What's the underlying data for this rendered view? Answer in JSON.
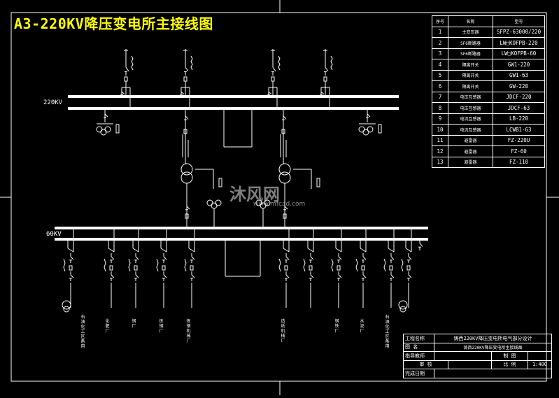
{
  "title": "A3-220KV降压变电所主接线图",
  "bus_labels": {
    "hv": "220KV",
    "mv": "60KV"
  },
  "equipment_table": {
    "headers": [
      "序号",
      "名称",
      "型号"
    ],
    "rows": [
      [
        "1",
        "主变压器",
        "SFPZ-63000/220"
      ],
      [
        "2",
        "SF6断路器",
        "LW□KOFPB-220"
      ],
      [
        "3",
        "SF6断路器",
        "LW□KOFPB-60"
      ],
      [
        "4",
        "隔离开关",
        "GW1-220"
      ],
      [
        "5",
        "隔离开关",
        "GW1-63"
      ],
      [
        "6",
        "隔离开关",
        "GW-220"
      ],
      [
        "7",
        "电压互感器",
        "JDCF-220"
      ],
      [
        "8",
        "电压互感器",
        "JDCF-63"
      ],
      [
        "9",
        "电流互感器",
        "LB-220"
      ],
      [
        "10",
        "电流互感器",
        "LCWB1-63"
      ],
      [
        "11",
        "避雷器",
        "FZ-220U"
      ],
      [
        "12",
        "避雷器",
        "FZ-60"
      ],
      [
        "13",
        "避雷器",
        "FZ-110"
      ]
    ]
  },
  "feeders": {
    "left_outer": "石油化工区备用",
    "f1": "化肥厂",
    "f2": "钢厂",
    "f3": "炼钢厂",
    "f4": "炼钢机械厂",
    "f5": "造纸机械厂",
    "f6": "钢铁厂",
    "f7": "水泥厂",
    "right_outer": "石油化工区备用"
  },
  "title_block": {
    "project_label": "工程名称",
    "project_value": "铸西220KV降压变电所电气部分设计",
    "drawing_label": "图 名",
    "drawing_value": "铸西220KV降压变电所主接线图",
    "teacher_label": "指导教师",
    "drawn_label": "制 图",
    "review_label": "审 核",
    "scale_label": "比 例",
    "scale_value": "1:400",
    "date_label": "完成日期"
  },
  "watermark": {
    "brand": "沐风网",
    "url": "www.mfcad.com"
  }
}
